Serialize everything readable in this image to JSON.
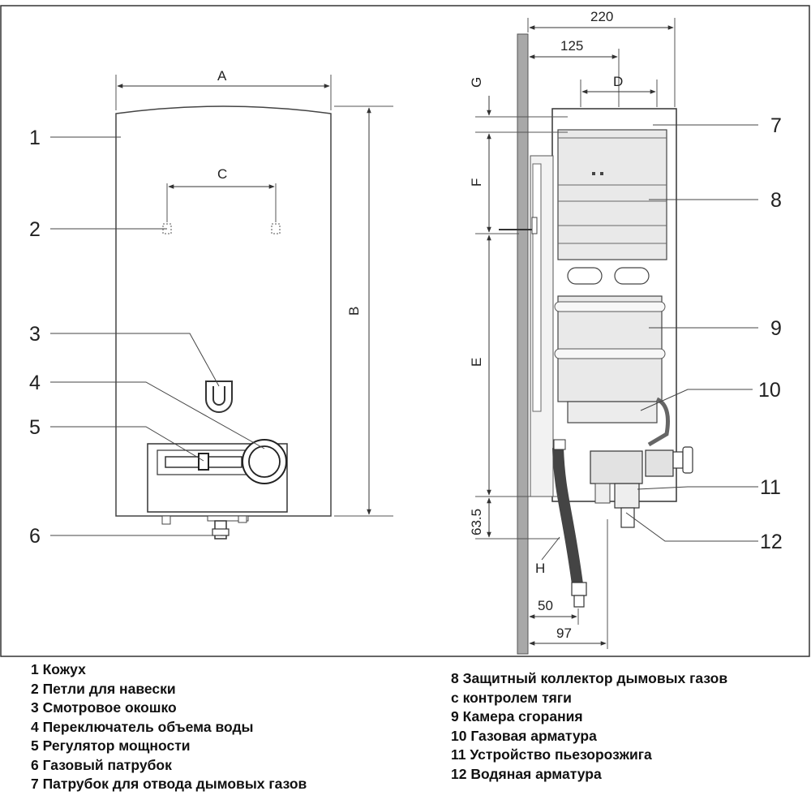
{
  "left_view": {
    "callouts": [
      {
        "num": "1"
      },
      {
        "num": "2"
      },
      {
        "num": "3"
      },
      {
        "num": "4"
      },
      {
        "num": "5"
      },
      {
        "num": "6"
      }
    ],
    "dimensions": {
      "A": "A",
      "B": "B",
      "C": "C"
    }
  },
  "right_view": {
    "callouts": [
      {
        "num": "7"
      },
      {
        "num": "8"
      },
      {
        "num": "9"
      },
      {
        "num": "10"
      },
      {
        "num": "11"
      },
      {
        "num": "12"
      }
    ],
    "dimensions": {
      "d220": "220",
      "d125": "125",
      "D": "D",
      "G": "G",
      "F": "F",
      "E": "E",
      "d63_5": "63.5",
      "H": "H",
      "d50": "50",
      "d97": "97"
    }
  },
  "legend": {
    "left": [
      "1 Кожух",
      "2 Петли для навески",
      "3 Смотровое окошко",
      "4 Переключатель объема воды",
      "5 Регулятор мощности",
      "6 Газовый патрубок",
      "7 Патрубок для отвода дымовых газов"
    ],
    "right": [
      "8 Защитный коллектор дымовых газов",
      "с контролем тяги",
      "9 Камера сгорания",
      "10 Газовая арматура",
      "11 Устройство пьезорозжига",
      "12 Водяная арматура"
    ]
  }
}
